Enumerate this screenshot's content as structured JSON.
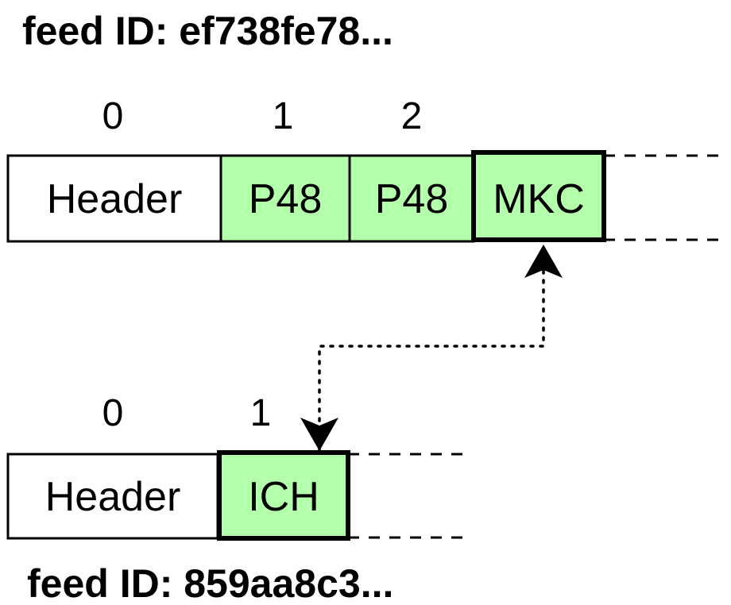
{
  "colors": {
    "cell_fill": "#b3ffab",
    "header_fill": "#ffffff",
    "stroke": "#000000"
  },
  "feed_top": {
    "title": "feed ID: ef738fe78...",
    "indices": [
      "0",
      "1",
      "2"
    ],
    "cells": [
      {
        "label": "Header",
        "type": "header"
      },
      {
        "label": "P48",
        "type": "entry"
      },
      {
        "label": "P48",
        "type": "entry"
      },
      {
        "label": "MKC",
        "type": "entry-highlighted"
      }
    ]
  },
  "feed_bottom": {
    "title": "feed ID: 859aa8c3...",
    "indices": [
      "0",
      "1"
    ],
    "cells": [
      {
        "label": "Header",
        "type": "header"
      },
      {
        "label": "ICH",
        "type": "entry-highlighted"
      }
    ]
  },
  "link": {
    "from": "feed_top.cells.3",
    "to": "feed_bottom.cells.1",
    "style": "dotted",
    "direction": "both"
  }
}
